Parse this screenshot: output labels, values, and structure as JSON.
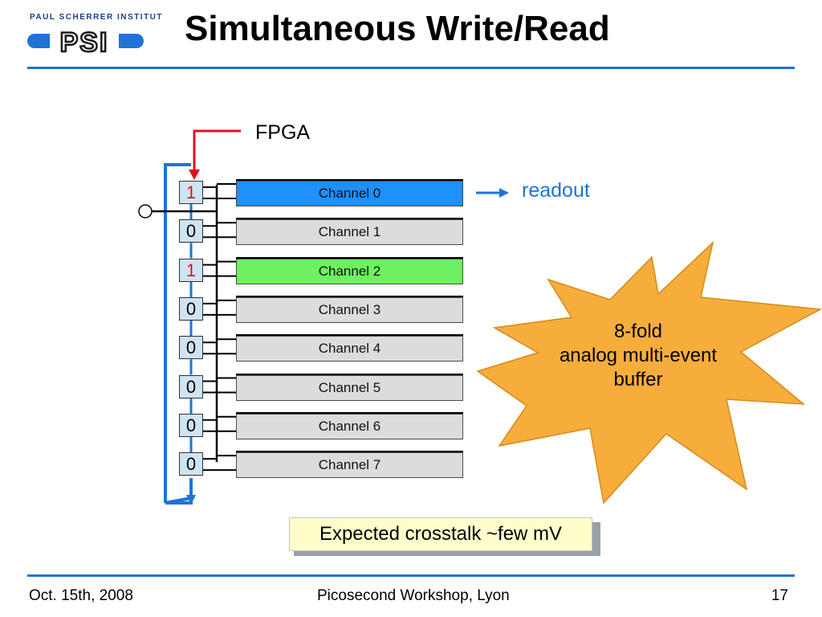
{
  "header": {
    "logo_caption": "PAUL SCHERRER INSTITUT",
    "logo_mark": "PSI",
    "title": "Simultaneous Write/Read"
  },
  "diagram": {
    "fpga_label": "FPGA",
    "readout_label": "readout",
    "channels": [
      {
        "label": "Channel 0",
        "bit": "1",
        "state": "read"
      },
      {
        "label": "Channel 1",
        "bit": "0",
        "state": "idle"
      },
      {
        "label": "Channel 2",
        "bit": "1",
        "state": "write"
      },
      {
        "label": "Channel 3",
        "bit": "0",
        "state": "idle"
      },
      {
        "label": "Channel 4",
        "bit": "0",
        "state": "idle"
      },
      {
        "label": "Channel 5",
        "bit": "0",
        "state": "idle"
      },
      {
        "label": "Channel 6",
        "bit": "0",
        "state": "idle"
      },
      {
        "label": "Channel 7",
        "bit": "0",
        "state": "idle"
      }
    ],
    "burst_lines": [
      "8-fold",
      "analog multi-event",
      "buffer"
    ],
    "note": "Expected crosstalk ~few mV"
  },
  "footer": {
    "date": "Oct. 15th, 2008",
    "event": "Picosecond Workshop, Lyon",
    "page": "17"
  },
  "colors": {
    "rule_blue": "#1e74d6",
    "read_channel": "#1e90ff",
    "write_channel": "#6ff060",
    "idle_channel": "#dcdcdc",
    "active_bit": "#e0101a",
    "fpga_arrow": "#e0101a",
    "burst_fill": "#f7ad3c"
  }
}
